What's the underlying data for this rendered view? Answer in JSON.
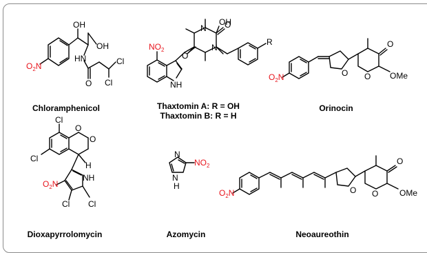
{
  "compounds": [
    {
      "name": "Chloramphenicol"
    },
    {
      "name": "Thaxtomin A: R = OH",
      "name2": "Thaxtomin B: R = H"
    },
    {
      "name": "Orinocin"
    },
    {
      "name": "Dioxapyrrolomycin"
    },
    {
      "name": "Azomycin"
    },
    {
      "name": "Neoaureothin"
    }
  ],
  "atoms": {
    "oh": "OH",
    "nh": "NH",
    "hn": "HN",
    "n": "N",
    "o": "O",
    "cl": "Cl",
    "r": "R",
    "h": "H",
    "ome": "OMe",
    "ome_cut": "OMe",
    "o2n": "O",
    "two": "2",
    "n_after": "N",
    "no2_n": "NO",
    "no2_sub": "2"
  },
  "colors": {
    "nitro": "#e8141c",
    "bond": "#000000",
    "border": "#8a8a8a"
  }
}
